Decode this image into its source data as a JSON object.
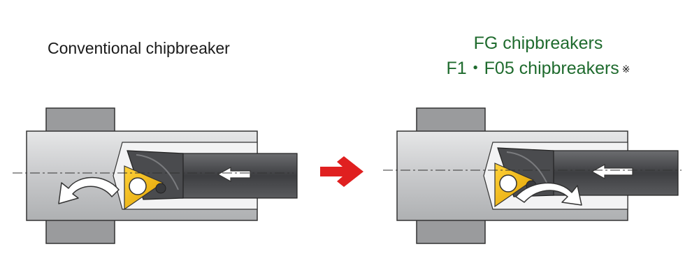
{
  "left_panel": {
    "title": "Conventional chipbreaker"
  },
  "right_panel": {
    "title_line1": "FG chipbreakers",
    "title_line2": "F1・F05 chipbreakers",
    "note_mark": "※"
  },
  "colors": {
    "workpiece_fill": "#c8c9cb",
    "workpiece_stroke": "#333333",
    "clamp_fill": "#9a9b9d",
    "bar_dark": "#4a4b4e",
    "insert_yellow": "#f2b705",
    "transition_arrow": "#e02020",
    "right_title": "#1f6b2e"
  },
  "icons": {
    "feed_arrow": "left-arrow-icon",
    "chip_flow": "curved-arrow-icon",
    "transition": "red-right-arrow-icon"
  }
}
